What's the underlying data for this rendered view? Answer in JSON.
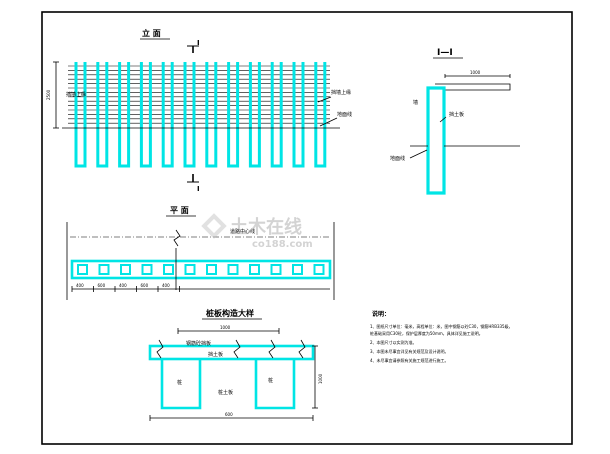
{
  "titles": {
    "elevation": "立  面",
    "section": "I—I",
    "plan": "平  面",
    "detail": "桩板构造大样"
  },
  "labels": {
    "section_mark_top": "I",
    "section_mark_bottom": "I",
    "retaining_wall_left": "挡墙上缘",
    "retaining_wall_right": "挡墙上缘",
    "ground_line": "地面线",
    "section_left": "墙",
    "section_right": "挡土板",
    "section_ground": "地面线",
    "plan_line": "道路中心线",
    "detail_top_left": "钢筋砼挡板",
    "detail_top_mid": "挡土板",
    "detail_pile_left": "桩",
    "detail_pile_right": "桩",
    "detail_bottom": "桩土板"
  },
  "watermark": {
    "brand_cn": "土木在线",
    "brand_en": "co188.com"
  },
  "notes": {
    "heading": "说明：",
    "items": [
      "1、图纸尺寸单位：毫米，高程单位：米，图中钢筋以砼C30，钢筋HRB335级，",
      "   桩基础采用C30砼，保护层厚度为50mm，具体详见施工说明。",
      "2、本图尺寸以实测为准。",
      "3、本图未尽事宜详见有关规范及设计说明。",
      "4、未尽事宜请参照有关施工规范进行施工。"
    ]
  },
  "dims": {
    "section_top": "1000",
    "elev_left": "2500",
    "detail_top": "1000",
    "detail_right": "1000",
    "detail_bottom": "600",
    "plan_dims": [
      "400",
      "600",
      "400",
      "600",
      "400"
    ]
  }
}
